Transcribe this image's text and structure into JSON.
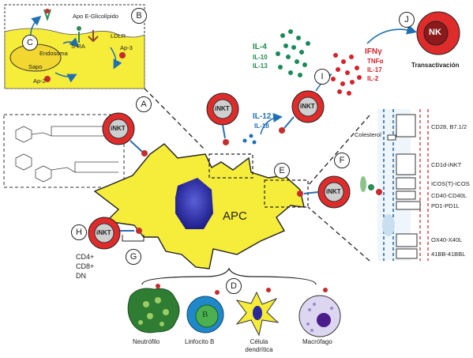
{
  "panel_b": {
    "apo_e": "Apo E-Glicolípido",
    "s_ra": "S-RA",
    "ldlr": "LDLR",
    "ap3": "Ap-3",
    "endosoma": "Endosoma",
    "sapo": "Sapo",
    "ap2": "Ap-2"
  },
  "markers": [
    "A",
    "B",
    "C",
    "D",
    "E",
    "F",
    "G",
    "H",
    "I",
    "J"
  ],
  "inkt_label": "iNKT",
  "apc_label": "APC",
  "nk_label": "NK",
  "transactivation": "Transactivación",
  "cytokines_th2": [
    "IL-4",
    "IL-10",
    "IL-13"
  ],
  "cytokines_th1_blue": [
    "IL-12",
    "IL-18"
  ],
  "cytokines_th1_red": [
    "IFNγ",
    "TNFα",
    "IL-17",
    "IL-2"
  ],
  "subsets": [
    "CD4+",
    "CD8+",
    "DN"
  ],
  "synapse": {
    "colesterol": "Colesterol",
    "pairs": [
      "CD28, B7.1/2",
      "CD1d-iNKT",
      "ICOS(T)-ICOS",
      "CD40-CD40L",
      "PD1-PD1L",
      "OX40-X40L",
      "41BB-41BBL"
    ]
  },
  "cells": [
    "Neutrófilo",
    "Linfocito B",
    "Célula dendrítica",
    "Macrófago"
  ],
  "b_letter": "B"
}
